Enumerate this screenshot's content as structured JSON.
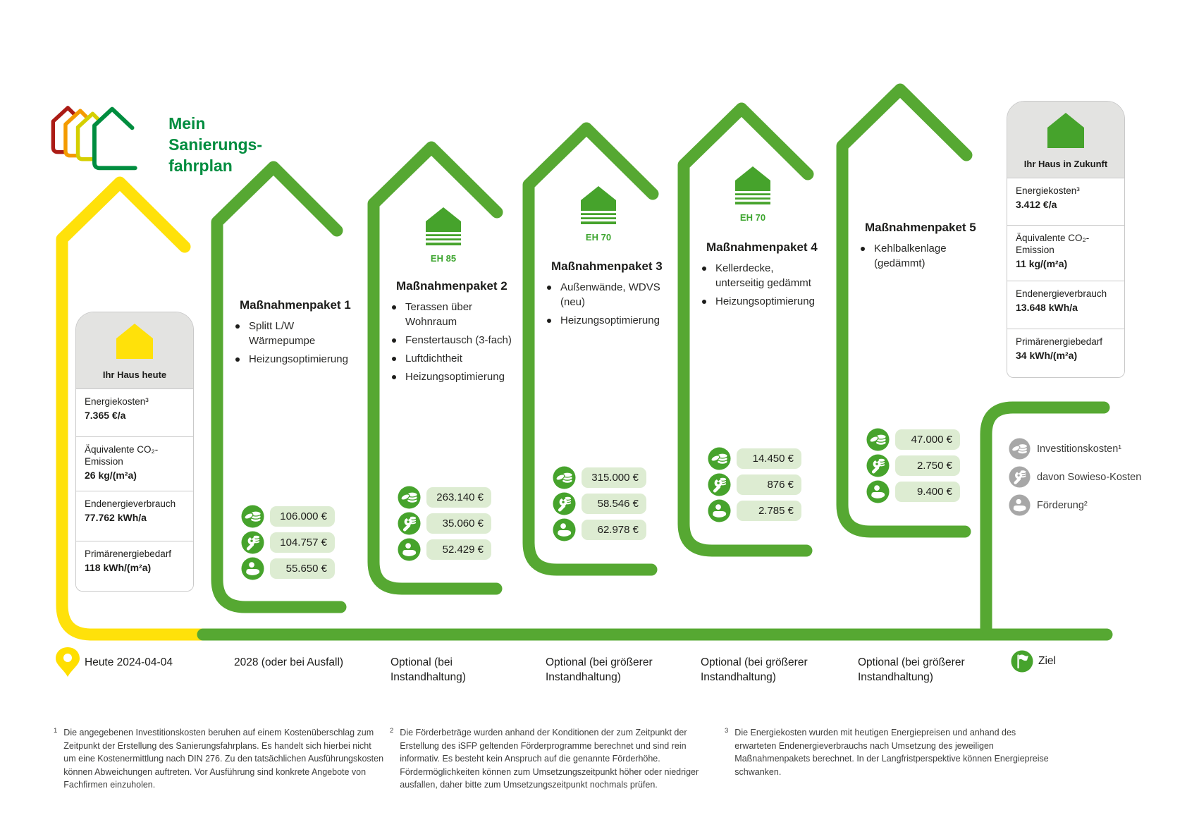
{
  "logo": {
    "lines": [
      "Mein",
      "Sanierungs-",
      "fahrplan"
    ]
  },
  "colors": {
    "line_green": "#56a832",
    "logo_green": "#008d3f",
    "icon_green": "#46a32c",
    "pill_green": "#ddecd2",
    "eh_green": "#3da52f",
    "yellow": "#ffe10a",
    "legend_gray": "#a7a7a7"
  },
  "house_today": {
    "label": "Ihr Haus heute",
    "metrics": [
      {
        "label": "Energiekosten³",
        "value": "7.365 €/a"
      },
      {
        "label": "Äquivalente CO₂-Emission",
        "value": "26 kg/(m²a)"
      },
      {
        "label": "Endenergieverbrauch",
        "value": "77.762 kWh/a"
      },
      {
        "label": "Primärenergiebedarf",
        "value": "118 kWh/(m²a)"
      }
    ]
  },
  "house_future": {
    "label": "Ihr Haus in Zukunft",
    "metrics": [
      {
        "label": "Energiekosten³",
        "value": "3.412 €/a"
      },
      {
        "label": "Äquivalente CO₂-Emission",
        "value": "11 kg/(m²a)"
      },
      {
        "label": "Endenergieverbrauch",
        "value": "13.648 kWh/a"
      },
      {
        "label": "Primärenergiebedarf",
        "value": "34 kWh/(m²a)"
      }
    ]
  },
  "packages": [
    {
      "title": "Maßnahmenpaket 1",
      "eh_label": "",
      "bullets": [
        "Splitt L/W Wärmepumpe",
        "Heizungsoptimierung"
      ],
      "costs": {
        "invest": "106.000 €",
        "sowieso": "104.757 €",
        "foerderung": "55.650 €"
      }
    },
    {
      "title": "Maßnahmenpaket 2",
      "eh_label": "EH 85",
      "bullets": [
        "Terassen über Wohnraum",
        "Fenstertausch (3-fach)",
        "Luftdichtheit",
        "Heizungsoptimierung"
      ],
      "costs": {
        "invest": "263.140 €",
        "sowieso": "35.060 €",
        "foerderung": "52.429 €"
      }
    },
    {
      "title": "Maßnahmenpaket 3",
      "eh_label": "EH 70",
      "bullets": [
        "Außenwände, WDVS (neu)",
        "Heizungsoptimierung"
      ],
      "costs": {
        "invest": "315.000 €",
        "sowieso": "58.546 €",
        "foerderung": "62.978 €"
      }
    },
    {
      "title": "Maßnahmenpaket 4",
      "eh_label": "EH 70",
      "bullets": [
        "Kellerdecke, unterseitig gedämmt",
        "Heizungsoptimierung"
      ],
      "costs": {
        "invest": "14.450 €",
        "sowieso": "876 €",
        "foerderung": "2.785 €"
      }
    },
    {
      "title": "Maßnahmenpaket 5",
      "eh_label": "",
      "bullets": [
        "Kehlbalkenlage (gedämmt)"
      ],
      "costs": {
        "invest": "47.000 €",
        "sowieso": "2.750 €",
        "foerderung": "9.400 €"
      }
    }
  ],
  "timeline": {
    "start": "Heute 2024-04-04",
    "steps": [
      "2028 (oder bei Ausfall)",
      "Optional (bei Instandhaltung)",
      "Optional (bei größerer Instandhaltung)",
      "Optional (bei größerer Instandhaltung)",
      "Optional (bei größerer Instandhaltung)"
    ],
    "end": "Ziel"
  },
  "legend": [
    {
      "label": "Investitionskosten¹"
    },
    {
      "label": "davon Sowieso-Kosten"
    },
    {
      "label": "Förderung²"
    }
  ],
  "footnotes": [
    {
      "num": "1",
      "text": "Die angegebenen Investitionskosten beruhen auf einem Kostenüberschlag zum Zeitpunkt der Erstellung des Sanierungsfahrplans. Es handelt sich hierbei nicht um eine Kostenermittlung nach DIN 276. Zu den tatsächlichen Ausführungskosten können Abweichungen auftreten. Vor Ausführung sind konkrete Angebote von Fachfirmen einzuholen."
    },
    {
      "num": "2",
      "text": "Die Förderbeträge wurden anhand der Konditionen der zum Zeitpunkt der Erstellung des iSFP geltenden Förderprogramme berechnet und sind rein informativ. Es besteht kein Anspruch auf die genannte Förderhöhe. Fördermöglichkeiten können zum Umsetzungszeitpunkt höher oder niedriger ausfallen, daher bitte zum Umsetzungszeitpunkt nochmals prüfen."
    },
    {
      "num": "3",
      "text": "Die Energiekosten wurden mit heutigen Energiepreisen und anhand des erwarteten Endenergieverbrauchs nach Umsetzung des jeweiligen Maßnahmenpakets berechnet. In der Langfristperspektive können Energiepreise schwanken."
    }
  ]
}
